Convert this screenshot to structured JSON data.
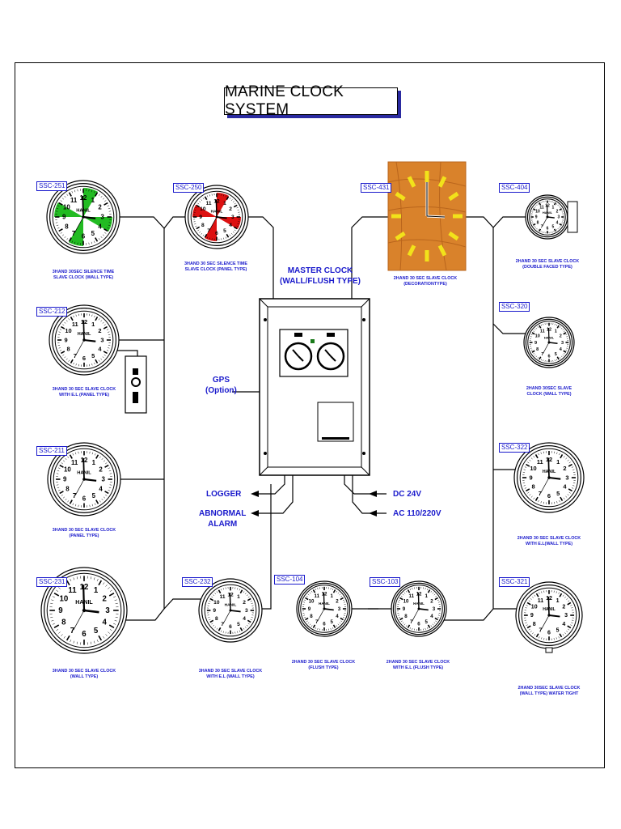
{
  "title": "MARINE CLOCK SYSTEM",
  "brand": "HANIL",
  "colors": {
    "ink": "#000000",
    "label_blue": "#1a1acc",
    "silence_green": "#22bb22",
    "silence_red": "#dd1111",
    "wood": "#d9822b",
    "wood_dark": "#b9651c",
    "marker_yellow": "#f2e21a",
    "title_shadow": "#2a2aa0"
  },
  "master": {
    "caption_line1": "MASTER CLOCK",
    "caption_line2": "(WALL/FLUSH TYPE)"
  },
  "signals": {
    "gps_line1": "GPS",
    "gps_line2": "(Option)",
    "logger": "LOGGER",
    "alarm_line1": "ABNORMAL",
    "alarm_line2": "ALARM",
    "dc": "DC 24V",
    "ac": "AC 110/220V"
  },
  "clocks": {
    "c251": {
      "code": "SSC-251",
      "line1": "3HAND 30SEC SILENCE TIME",
      "line2": "SLAVE CLOCK (WALL TYPE)"
    },
    "c250": {
      "code": "SSC-250",
      "line1": "3HAND 30 SEC SILENCE TIME",
      "line2": "SLAVE CLOCK (PANEL TYPE)"
    },
    "c212": {
      "code": "SSC-212",
      "line1": "3HAND 30 SEC SLAVE CLOCK",
      "line2": "WITH E.L (PANEL TYPE)"
    },
    "c211": {
      "code": "SSC-211",
      "line1": "3HAND 30 SEC SLAVE CLOCK",
      "line2": "(PANEL TYPE)"
    },
    "c231": {
      "code": "SSC-231",
      "line1": "3HAND 30 SEC SLAVE CLOCK",
      "line2": "(WALL TYPE)"
    },
    "c232": {
      "code": "SSC-232",
      "line1": "3HAND 30 SEC SLAVE CLOCK",
      "line2": "WITH E.L (WALL TYPE)"
    },
    "c104": {
      "code": "SSC-104",
      "line1": "2HAND 30 SEC SLAVE CLOCK",
      "line2": "(FLUSH TYPE)"
    },
    "c103": {
      "code": "SSC-103",
      "line1": "2HAND 30 SEC SLAVE CLOCK",
      "line2": "WITH E.L (FLUSH TYPE)"
    },
    "c431": {
      "code": "SSC-431",
      "line1": "2HAND 30 SEC SLAVE CLOCK",
      "line2": "(DECORATIONTYPE)"
    },
    "c404": {
      "code": "SSC-404",
      "line1": "2HAND 30 SEC SLAVE CLOCK",
      "line2": "(DOUBLE FACED TYPE)"
    },
    "c320": {
      "code": "SSC-320",
      "line1": "2HAND 30SEC SLAVE",
      "line2": "CLOCK (WALL TYPE)"
    },
    "c322": {
      "code": "SSC-322",
      "line1": "2HAND 30 SEC SLAVE CLOCK",
      "line2": "WITH E.L(WALL TYPE)"
    },
    "c321": {
      "code": "SSC-321",
      "line1": "2HAND 30SEC SLAVE CLOCK",
      "line2": "(WALL TYPE) WATER TIGHT"
    }
  }
}
